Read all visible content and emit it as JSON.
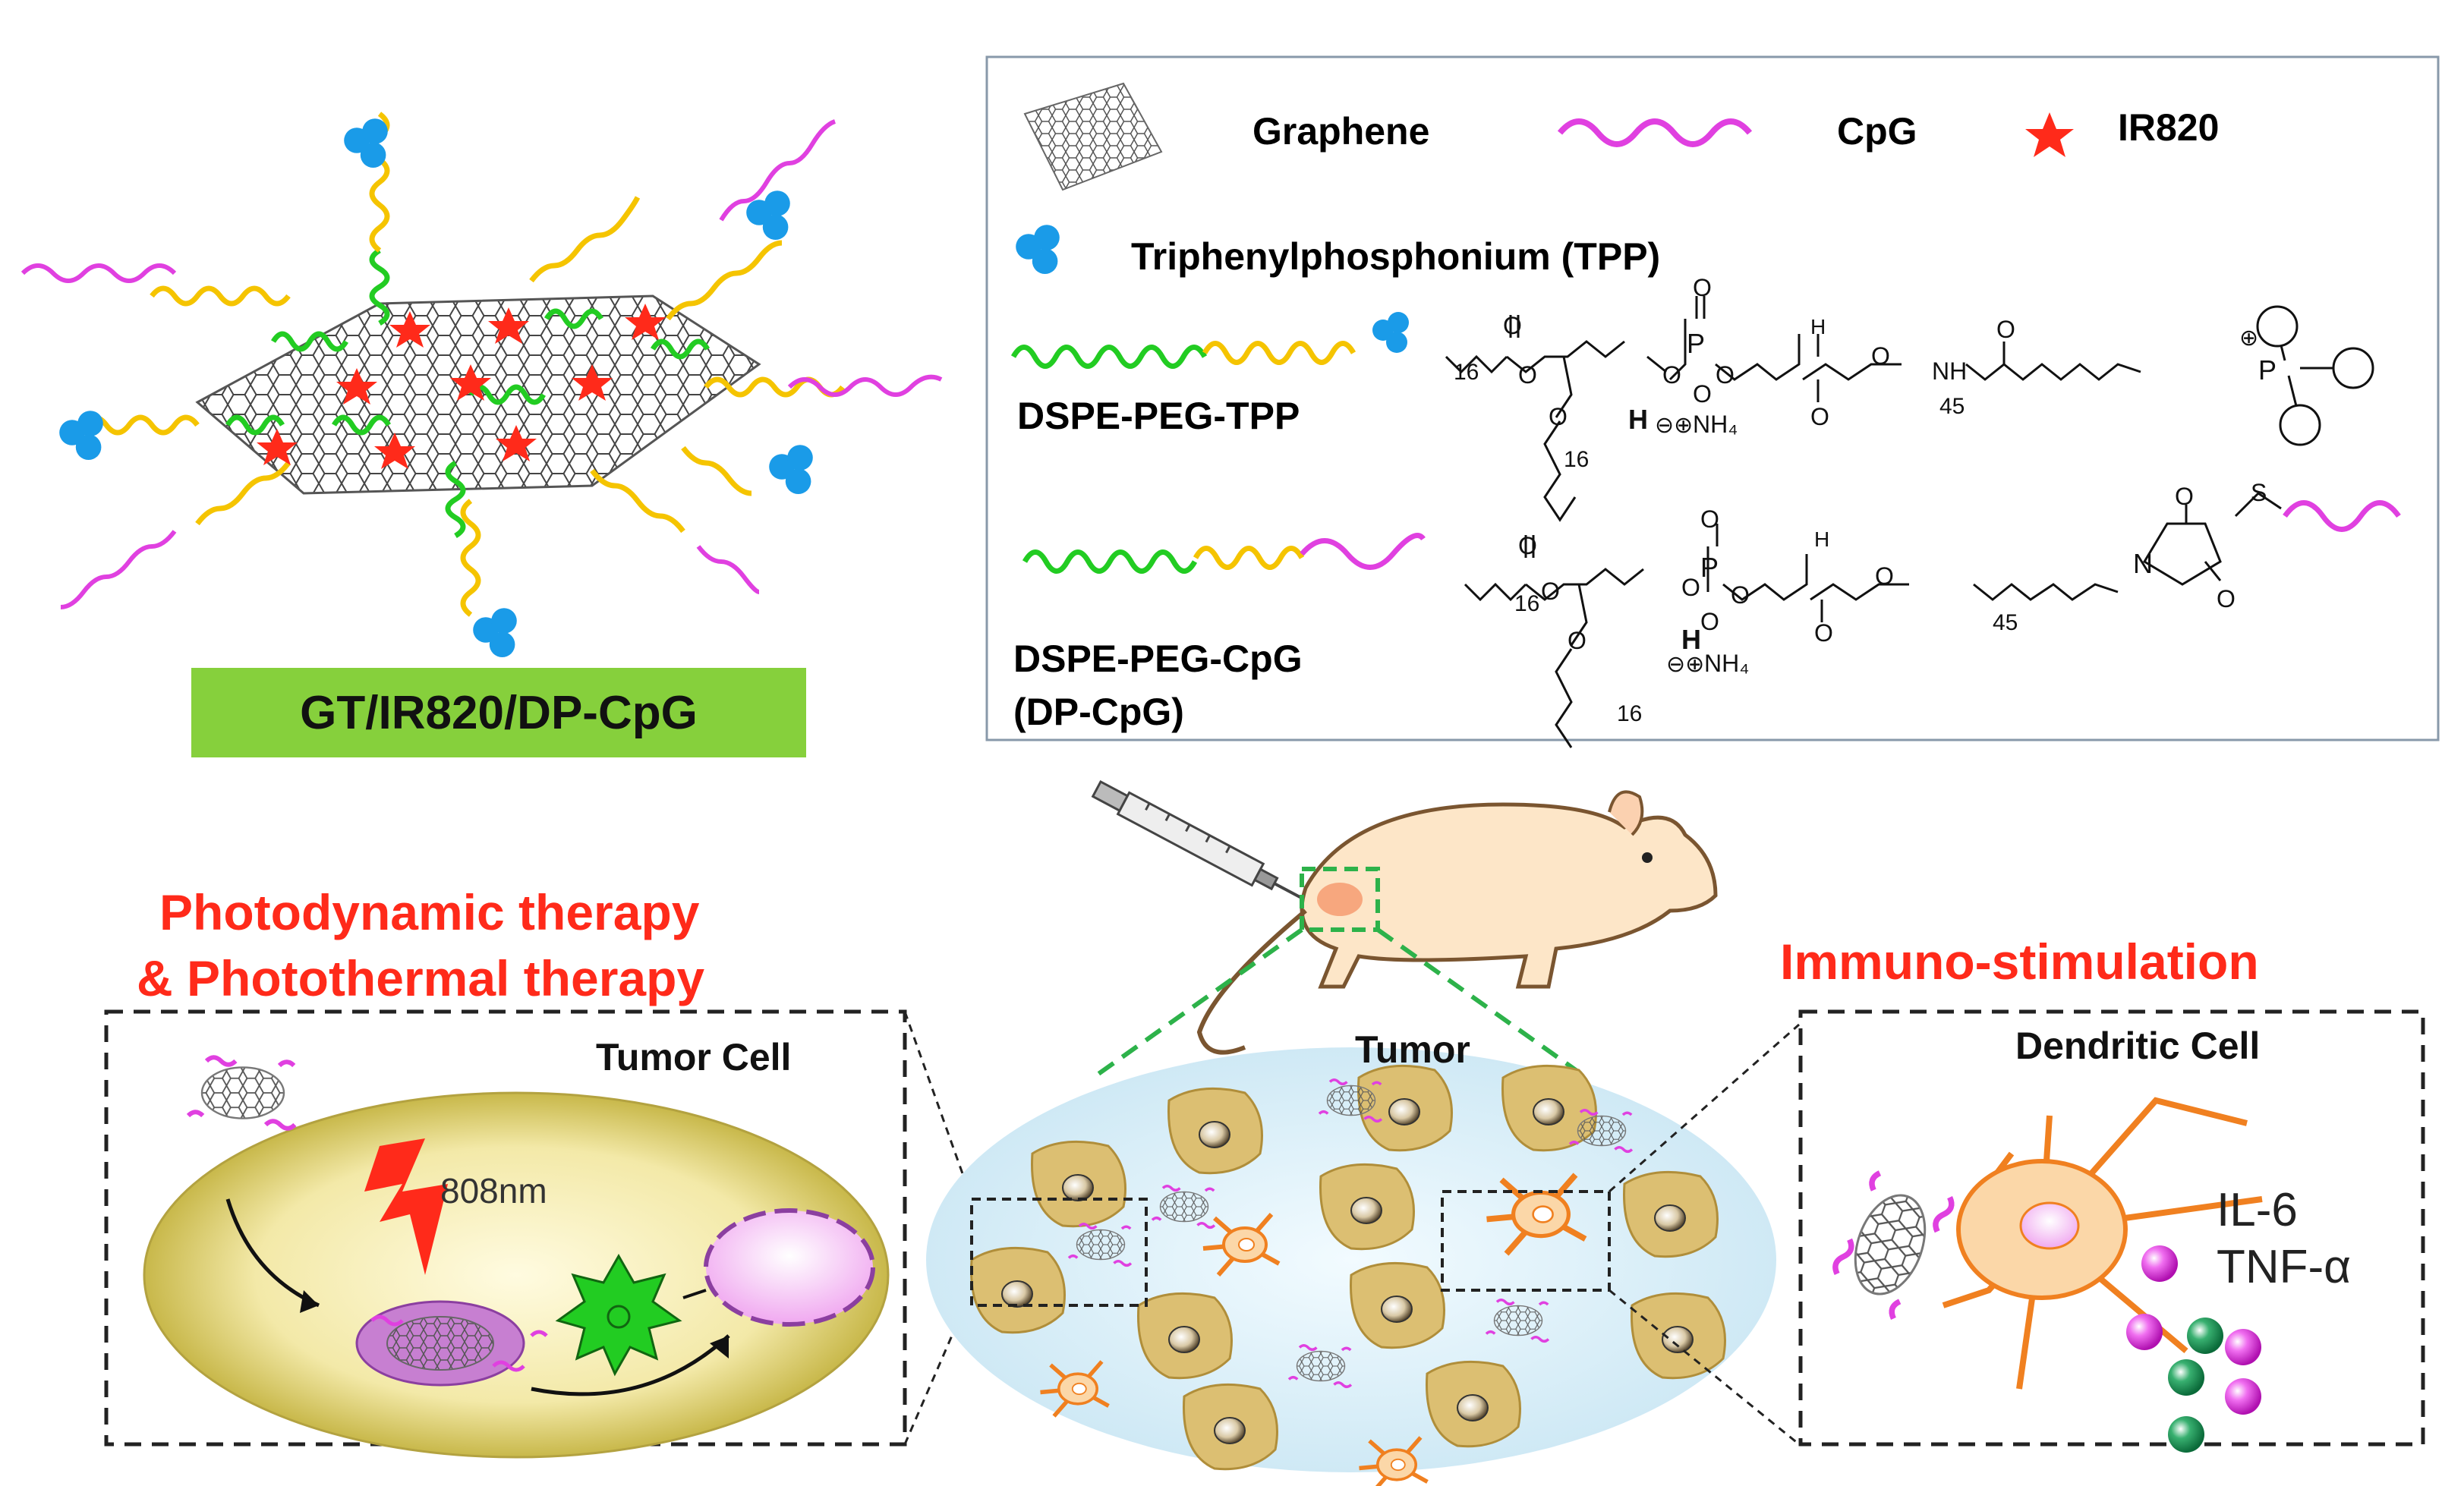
{
  "legend": {
    "graphene": "Graphene",
    "cpg": "CpG",
    "ir820": "IR820",
    "tpp": "Triphenylphosphonium (TPP)"
  },
  "constructs": {
    "tpp_label": "DSPE-PEG-TPP",
    "cpg_label_line1": "DSPE-PEG-CpG",
    "cpg_label_line2": "(DP-CpG)"
  },
  "chem": {
    "n16": "16",
    "n45": "45",
    "nh4": "NH₄",
    "charge": "⊖⊕",
    "h": "H",
    "nh": "NH",
    "p": "P",
    "n": "N",
    "s": "S",
    "o": "O",
    "p_plus": "⊕"
  },
  "nanoparticle_label": "GT/IR820/DP-CpG",
  "pdt_title_line1": "Photodynamic therapy",
  "pdt_title_line2": "& Photothermal therapy",
  "tumor_cell_label": "Tumor Cell",
  "laser_label": "808nm",
  "tumor_label": "Tumor",
  "immuno_title": "Immuno-stimulation",
  "dendritic_label": "Dendritic Cell",
  "cytokines": [
    "IL-6",
    "TNF-α"
  ],
  "colors": {
    "accent_red": "#ff2a1a",
    "cpg_magenta": "#e040e0",
    "peg_yellow": "#f5c400",
    "dspe_green": "#22cc22",
    "tpp_blue": "#1a9be8",
    "label_green_bg": "#86d03c",
    "dashed_green": "#2db24a",
    "tumor_bg": "#dff1f8",
    "cell_tan": "#e0c27a",
    "dc_orange": "#f08020"
  }
}
